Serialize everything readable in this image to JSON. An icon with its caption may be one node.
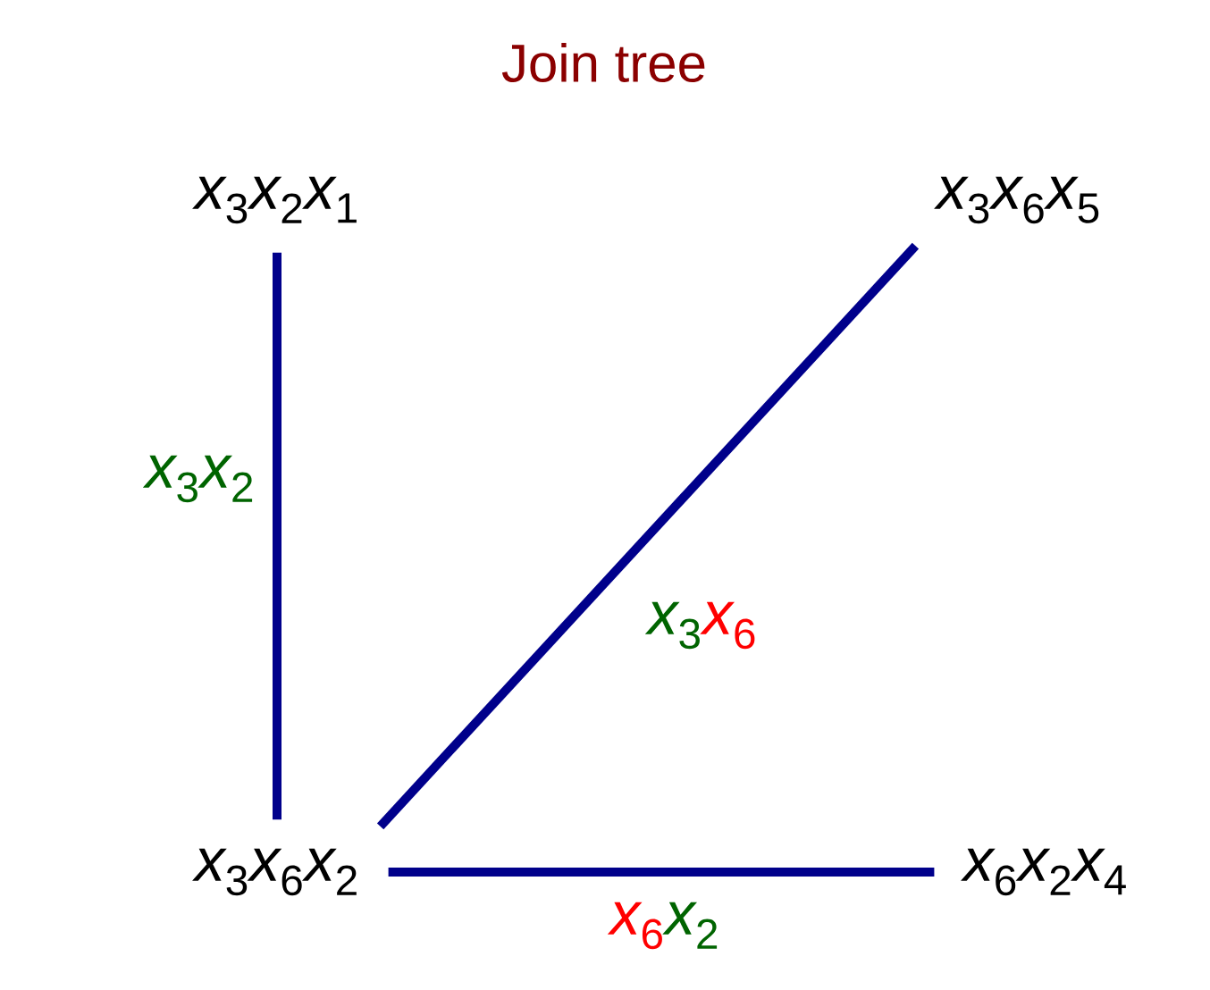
{
  "diagram": {
    "title": "Join tree",
    "nodes": [
      {
        "text": [
          "x_3x_2x_1"
        ]
      },
      {
        "text": [
          "x_3x_6x_5"
        ]
      },
      {
        "text": [
          "x_3x_6x_2"
        ]
      },
      {
        "text": [
          "x_6x_2x_4"
        ]
      }
    ],
    "edges": [
      {
        "from": 0,
        "to": 2,
        "arrow": "none",
        "label": "\\textcolor[HTML]{006400}{x_3x_2}"
      },
      {
        "from": 1,
        "to": 2,
        "arrow": "none",
        "label": "\\textcolor[HTML]{006400}{x_3}\\textcolor[HTML]{FF0000}{x_6}"
      },
      {
        "from": 2,
        "to": 3,
        "arrow": "none",
        "label": "\\textcolor[HTML]{FF0000}{x_6}\\textcolor[HTML]{006400}{x_2}"
      }
    ]
  }
}
